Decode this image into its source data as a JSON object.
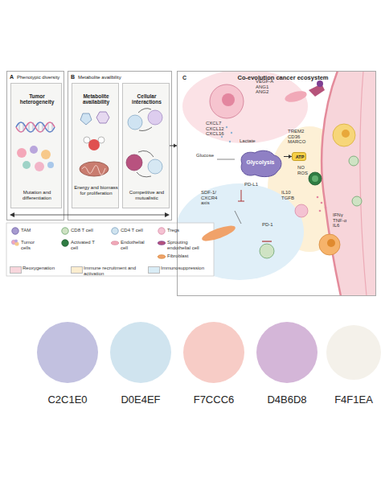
{
  "diagram": {
    "nodes": [
      {
        "text": [
          "A",
          "Phenotypic diversity"
        ]
      },
      {
        "text": [
          "Tumor heterogeneity",
          "Mutation and differentiation"
        ],
        "in": 0
      },
      {
        "text": [
          "B",
          "Metabolite availbility"
        ]
      },
      {
        "text": [
          "Metabolite availability",
          "Energy and biomass for proliferation"
        ],
        "in": 2
      },
      {
        "text": [
          "Cellular interactions",
          "Competitive and mutualistic"
        ],
        "in": 2
      },
      {
        "text": [
          "C",
          "Co-evolution cancer ecosystem"
        ]
      },
      {
        "text": [
          "Glycolysis"
        ],
        "in": 5
      },
      {
        "text": [
          "ATP"
        ],
        "in": 5
      }
    ],
    "edges": [
      {
        "from": 4,
        "to": 5,
        "arrow": "to"
      },
      {
        "from": 6,
        "to": 7,
        "arrow": "to"
      }
    ],
    "labels": [
      "CXCL7 CXCL12 CXCL16",
      "VEGF-A ANG1 ANG2",
      "TREM2 CD36 MARCO",
      "Glucose",
      "Lactate",
      "NO ROS",
      "SDF-1/ CXCR4 axis",
      "PD-L1",
      "IL10 TGFB",
      "PD-1",
      "IFNγ TNF-α IL6",
      "C2C1E0",
      "D0E4EF",
      "F7CCC6",
      "D4B6D8",
      "F4F1EA"
    ],
    "legend": [
      {
        "text": "TAM"
      },
      {
        "text": "CD8 T cell"
      },
      {
        "text": "CD4 T cell"
      },
      {
        "text": "Tregs"
      },
      {
        "text": "Tumor cells"
      },
      {
        "text": "Activated T cell"
      },
      {
        "text": "Endothelial cell"
      },
      {
        "text": "Sprouting endothelial cell"
      },
      {
        "text": "Fibroblast"
      },
      {
        "text": "Reoxygenation",
        "color": "#f8d6dc"
      },
      {
        "text": "Immune recruitment and activation",
        "color": "#fcedcf"
      },
      {
        "text": "Immunosuppression",
        "color": "#d9ecf6"
      }
    ]
  }
}
